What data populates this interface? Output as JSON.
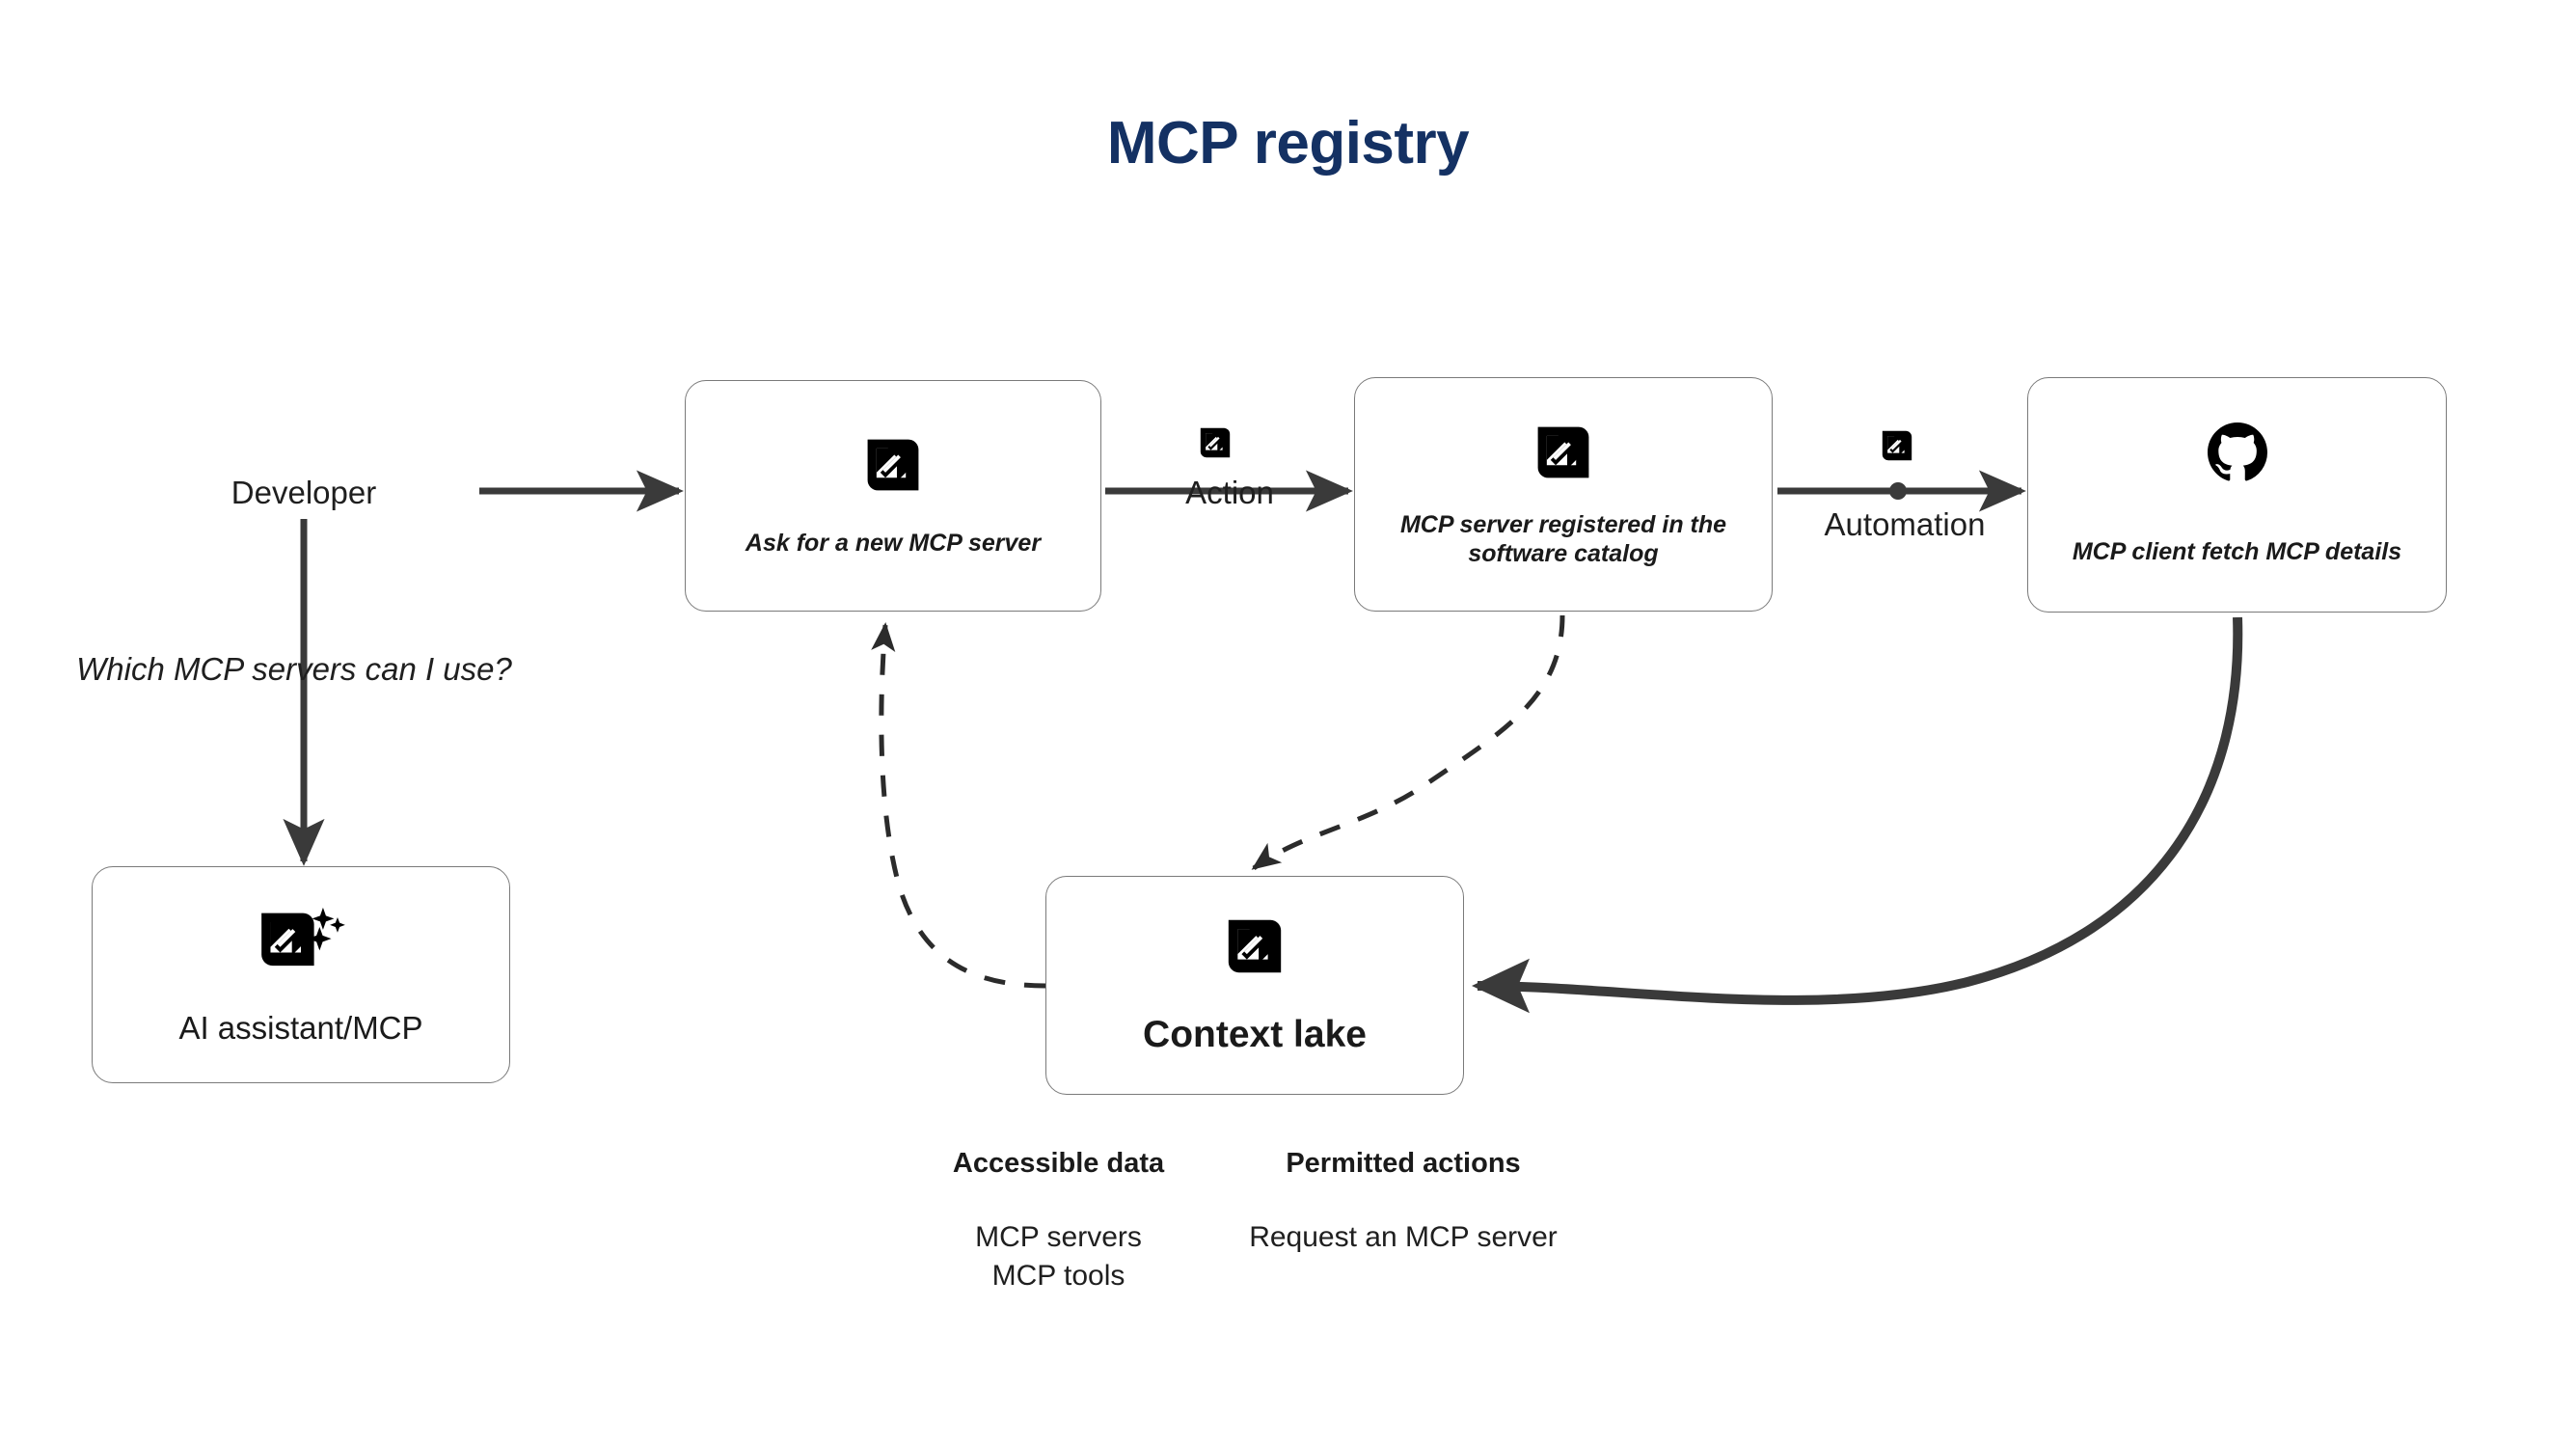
{
  "title": "MCP registry",
  "theme": {
    "title_color": "#143163",
    "text_color": "#1f1f1f",
    "node_border": "#7a7a7a",
    "edge_color": "#3a3a3a",
    "icon_color": "#000000",
    "background": "#ffffff"
  },
  "nodes": {
    "developer": {
      "label": "Developer",
      "question": "Which MCP servers can I use?"
    },
    "assistant": {
      "label": "AI assistant/MCP",
      "icon": "mcp-sparkle-icon"
    },
    "ask": {
      "label": "Ask for a new MCP server",
      "icon": "mcp-icon"
    },
    "registered": {
      "label": "MCP server registered in the software catalog",
      "icon": "mcp-icon"
    },
    "client": {
      "label": "MCP client fetch MCP details",
      "icon": "github-icon"
    },
    "lake": {
      "label": "Context lake",
      "icon": "mcp-icon"
    }
  },
  "edges": {
    "action": {
      "label": "Action",
      "icon": "mcp-icon"
    },
    "automation": {
      "label": "Automation",
      "icon": "mcp-icon"
    }
  },
  "legend": {
    "columns": [
      {
        "heading": "Accessible data",
        "items": [
          "MCP servers",
          "MCP tools"
        ]
      },
      {
        "heading": "Permitted actions",
        "items": [
          "Request an MCP server"
        ]
      }
    ]
  }
}
